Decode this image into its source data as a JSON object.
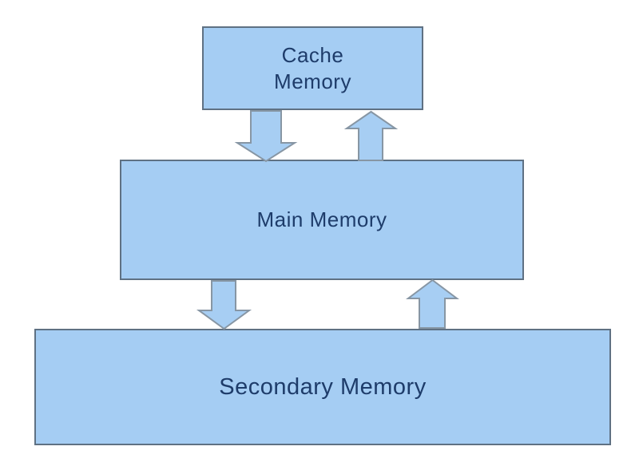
{
  "diagram": {
    "nodes": [
      {
        "id": "cache-memory",
        "label": "Cache\nMemory"
      },
      {
        "id": "main-memory",
        "label": "Main Memory"
      },
      {
        "id": "secondary-memory",
        "label": "Secondary Memory"
      }
    ],
    "arrows": [
      {
        "from": "cache-memory",
        "to": "main-memory",
        "direction": "down"
      },
      {
        "from": "main-memory",
        "to": "cache-memory",
        "direction": "up"
      },
      {
        "from": "main-memory",
        "to": "secondary-memory",
        "direction": "down"
      },
      {
        "from": "secondary-memory",
        "to": "main-memory",
        "direction": "up"
      }
    ]
  },
  "theme": {
    "background": "#ffffff",
    "box_fill": "#a5cdf3",
    "box_stroke": "#5f7183",
    "arrow_fill": "#a7cef3",
    "arrow_stroke": "#8796a4",
    "text_color": "#1e3c6a"
  }
}
